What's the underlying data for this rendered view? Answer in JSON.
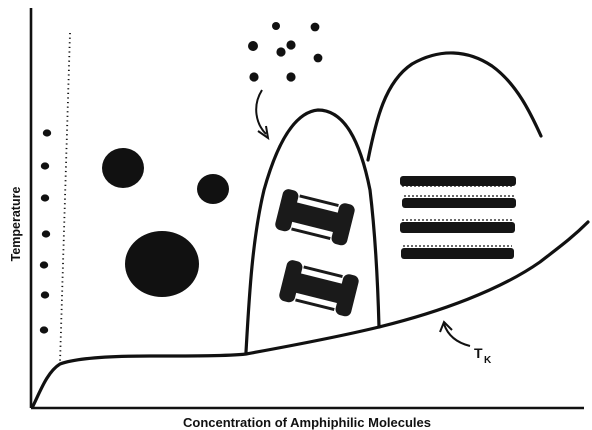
{
  "labels": {
    "x_axis": "Concentration of Amphiphilic Molecules",
    "y_axis": "Temperature",
    "krafft_main": "T",
    "krafft_sub": "K"
  },
  "colors": {
    "ink": "#111111",
    "background": "#ffffff"
  }
}
